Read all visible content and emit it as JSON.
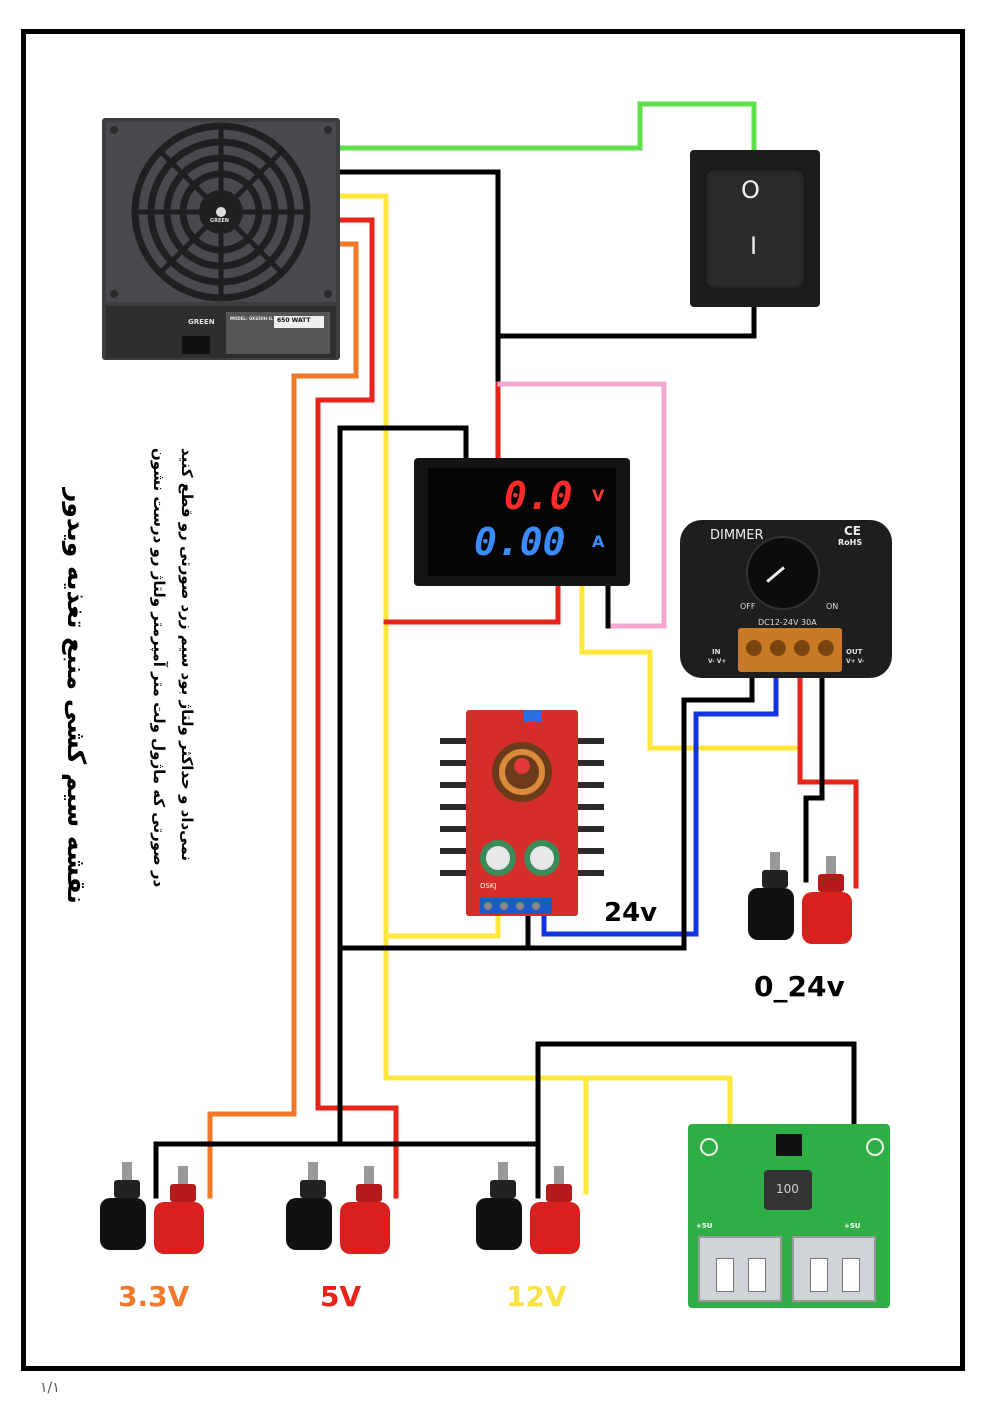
{
  "diagram": {
    "title": "نقشه سیم کشی منبع تغذیه ویدور",
    "note_line1": "در صورتی که ماژول ولت متر آمپرمتر ولتاژ رو درست نشون",
    "note_line2": "نمی‌داد و حداکثر ولتاژ بود سیم زرد صورتی رو قطع کنید",
    "label_24v": "24v",
    "label_0_24v": "0_24v",
    "output_labels": [
      "3.3V",
      "5V",
      "12V"
    ],
    "page_number": "۱/۱"
  },
  "psu": {
    "brand": "GREEN",
    "fan_brand": "GREEN",
    "watt": "650 WATT",
    "model": "MODEL: GK650H-IL"
  },
  "switch": {
    "on_symbol": "I",
    "off_symbol": "O"
  },
  "meter": {
    "volt_reading": "0.0",
    "volt_unit": "V",
    "amp_reading": "0.00",
    "amp_unit": "A"
  },
  "dimmer": {
    "title": "DIMMER",
    "ce": "CE",
    "rohs": "RoHS",
    "off": "OFF",
    "on": "ON",
    "rating": "DC12-24V 30A",
    "in": "IN",
    "out": "OUT",
    "in_pins": "V- V+",
    "out_pins": "V+ V-"
  },
  "boost": {
    "brand": "DSKJ"
  },
  "usb": {
    "inductor": "100",
    "port_label": "+5U"
  },
  "colors": {
    "green": "#5ee04a",
    "black": "#000000",
    "yellow": "#ffe83b",
    "red": "#e8231a",
    "orange": "#f07a2a",
    "pink": "#f2a6d2",
    "blue": "#1234e0",
    "label_33v": "#f07a2a",
    "label_5v": "#e8231a",
    "label_12v": "#f9e348"
  }
}
